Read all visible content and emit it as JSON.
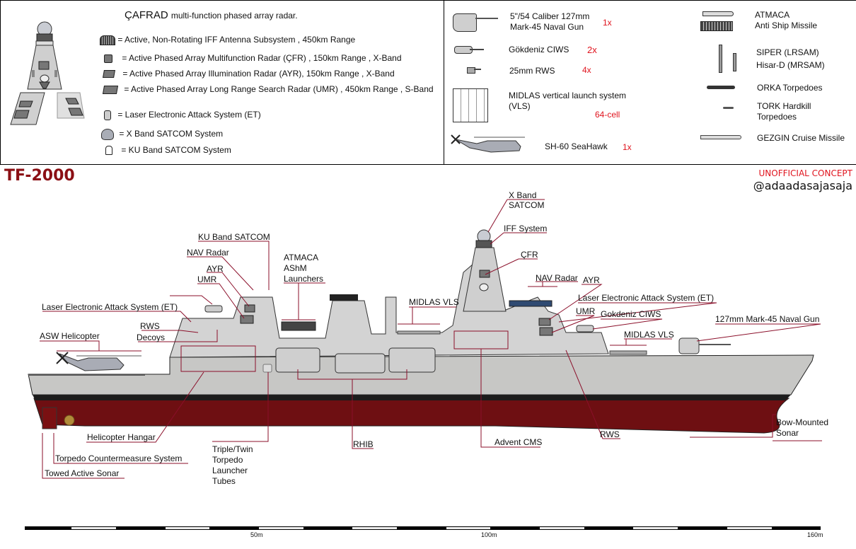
{
  "header": {
    "title": "TF-2000",
    "concept_label": "UNOFFICIAL CONCEPT",
    "author_handle": "@adaadasajasaja"
  },
  "radar_legend": {
    "heading_main": "ÇAFRAD",
    "heading_sub": "multi-function phased array radar.",
    "items": [
      {
        "icon": "iff-antenna-icon",
        "label": "= Active, Non-Rotating IFF Antenna Subsystem , 450km Range"
      },
      {
        "icon": "cfr-radar-icon",
        "label": "= Active Phased Array Multifunction Radar (ÇFR) , 150km Range , X-Band"
      },
      {
        "icon": "ayr-radar-icon",
        "label": "= Active Phased Array Illumination Radar (AYR), 150km Range , X-Band"
      },
      {
        "icon": "umr-radar-icon",
        "label": "= Active Phased Array Long Range Search Radar (UMR) , 450km Range , S-Band"
      },
      {
        "icon": "laser-et-icon",
        "label": "= Laser Electronic Attack System  (ET)"
      },
      {
        "icon": "x-band-satcom-icon",
        "label": "= X Band SATCOM System"
      },
      {
        "icon": "ku-band-satcom-icon",
        "label": "= KU Band SATCOM System"
      }
    ]
  },
  "weapons_legend": {
    "left": [
      {
        "icon": "naval-gun-icon",
        "lines": [
          "5\"/54 Caliber 127mm",
          "Mark-45 Naval Gun"
        ],
        "count": "1x"
      },
      {
        "icon": "ciws-icon",
        "lines": [
          "Gökdeniz CIWS"
        ],
        "count": "2x"
      },
      {
        "icon": "rws-icon",
        "lines": [
          "25mm RWS"
        ],
        "count": "4x"
      },
      {
        "icon": "vls-icon",
        "lines": [
          "MIDLAS vertical launch system",
          "(VLS)"
        ],
        "count": "64-cell"
      },
      {
        "icon": "helicopter-icon",
        "lines": [
          "SH-60 SeaHawk"
        ],
        "count": "1x"
      }
    ],
    "right": [
      {
        "icon": "anti-ship-missile-icon",
        "lines": [
          "ATMACA",
          "Anti Ship Missile"
        ]
      },
      {
        "icon": "sam-missile-icon",
        "lines": [
          "SIPER (LRSAM)",
          "Hisar-D (MRSAM)"
        ]
      },
      {
        "icon": "torpedo-icon",
        "lines": [
          "ORKA Torpedoes"
        ]
      },
      {
        "icon": "hardkill-torpedo-icon",
        "lines": [
          "TORK Hardkill",
          "Torpedoes"
        ]
      },
      {
        "icon": "cruise-missile-icon",
        "lines": [
          "GEZGIN Cruise Missile"
        ]
      }
    ]
  },
  "callouts": [
    {
      "id": "x-band-satcom",
      "lines": [
        "X Band",
        "SATCOM"
      ]
    },
    {
      "id": "iff-system",
      "lines": [
        "IFF System"
      ]
    },
    {
      "id": "cfr",
      "lines": [
        "ÇFR"
      ]
    },
    {
      "id": "ku-band-satcom",
      "lines": [
        "KU Band SATCOM"
      ]
    },
    {
      "id": "nav-radar-aft",
      "lines": [
        "NAV Radar"
      ]
    },
    {
      "id": "ayr-aft",
      "lines": [
        "AYR"
      ]
    },
    {
      "id": "umr-aft",
      "lines": [
        "UMR"
      ]
    },
    {
      "id": "atmaca-launchers",
      "lines": [
        "ATMACA",
        "AShM",
        "Launchers"
      ]
    },
    {
      "id": "laser-et-aft",
      "lines": [
        "Laser Electronic Attack System  (ET)"
      ]
    },
    {
      "id": "rws-aft",
      "lines": [
        "RWS"
      ]
    },
    {
      "id": "decoys",
      "lines": [
        "Decoys"
      ]
    },
    {
      "id": "asw-helicopter",
      "lines": [
        "ASW Helicopter"
      ]
    },
    {
      "id": "midlas-vls-mid",
      "lines": [
        "MIDLAS VLS"
      ]
    },
    {
      "id": "nav-radar-fwd",
      "lines": [
        "NAV Radar"
      ]
    },
    {
      "id": "ayr-fwd",
      "lines": [
        "AYR"
      ]
    },
    {
      "id": "laser-et-fwd",
      "lines": [
        "Laser Electronic Attack System  (ET)"
      ]
    },
    {
      "id": "umr-fwd",
      "lines": [
        "UMR"
      ]
    },
    {
      "id": "gokdeniz-ciws",
      "lines": [
        "Gokdeniz  CIWS"
      ]
    },
    {
      "id": "midlas-vls-fwd",
      "lines": [
        "MIDLAS VLS"
      ]
    },
    {
      "id": "naval-gun",
      "lines": [
        "127mm Mark-45 Naval Gun"
      ]
    },
    {
      "id": "helicopter-hangar",
      "lines": [
        "Helicopter Hangar"
      ]
    },
    {
      "id": "torpedo-countermeasure",
      "lines": [
        "Torpedo Countermeasure System"
      ]
    },
    {
      "id": "towed-sonar",
      "lines": [
        "Towed Active Sonar"
      ]
    },
    {
      "id": "torpedo-tubes",
      "lines": [
        "Triple/Twin",
        "Torpedo",
        "Launcher",
        "Tubes"
      ]
    },
    {
      "id": "rhib",
      "lines": [
        "RHIB"
      ]
    },
    {
      "id": "advent-cms",
      "lines": [
        "Advent CMS"
      ]
    },
    {
      "id": "rws-fwd",
      "lines": [
        "RWS"
      ]
    },
    {
      "id": "bow-sonar",
      "lines": [
        "Bow-Mounted",
        "Sonar"
      ]
    }
  ],
  "scale_bar": {
    "labels": [
      "50m",
      "100m",
      "160m"
    ],
    "max_m": 160
  },
  "colors": {
    "callout_line": "#8b0f2a",
    "hull_red": "#6e0f12",
    "hull_grey": "#cfcfcf",
    "title_red": "#8b0f14",
    "accent_red": "#e0141e"
  }
}
